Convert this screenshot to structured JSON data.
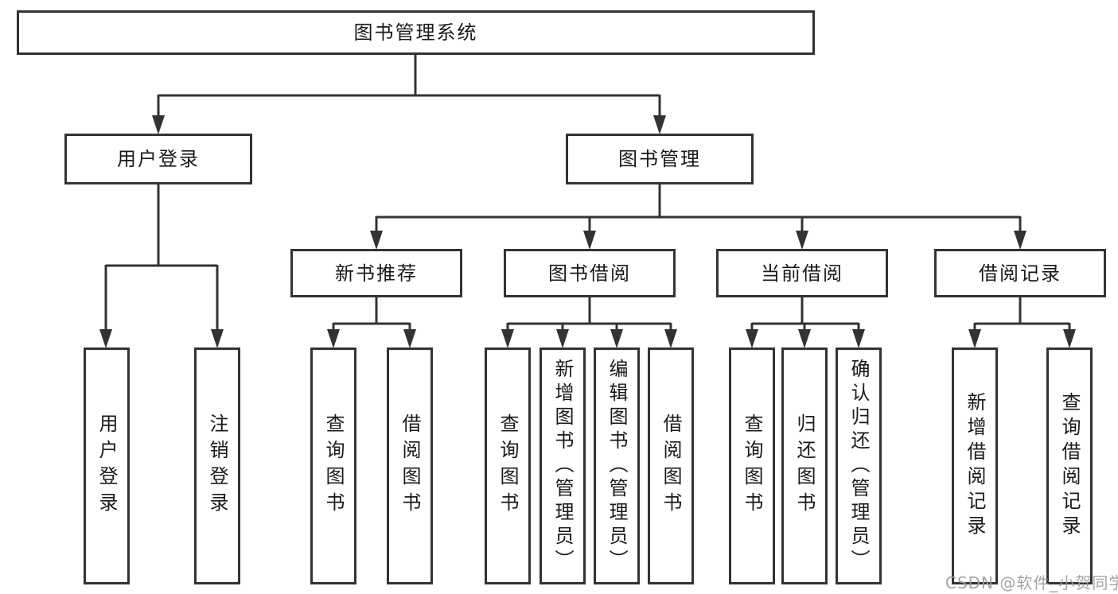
{
  "diagram": {
    "root": {
      "label": "图书管理系统"
    },
    "branches": {
      "user_login": {
        "label": "用户登录",
        "children": [
          {
            "label": "用户登录"
          },
          {
            "label": "注销登录"
          }
        ]
      },
      "book_management": {
        "label": "图书管理",
        "children": [
          {
            "label": "新书推荐",
            "children": [
              {
                "label": "查询图书"
              },
              {
                "label": "借阅图书"
              }
            ]
          },
          {
            "label": "图书借阅",
            "children": [
              {
                "label": "查询图书"
              },
              {
                "label": "新增图书（管理员）"
              },
              {
                "label": "编辑图书（管理员）"
              },
              {
                "label": "借阅图书"
              }
            ]
          },
          {
            "label": "当前借阅",
            "children": [
              {
                "label": "查询图书"
              },
              {
                "label": "归还图书"
              },
              {
                "label": "确认归还（管理员）"
              }
            ]
          },
          {
            "label": "借阅记录",
            "children": [
              {
                "label": "新增借阅记录"
              },
              {
                "label": "查询借阅记录"
              }
            ]
          }
        ]
      }
    }
  },
  "watermark": {
    "text": "CSDN @软件_小贺同学"
  },
  "colors": {
    "line": "#333333",
    "box_border": "#333333",
    "text": "#1a1a1a",
    "watermark": "#9b9b9b",
    "background": "#ffffff"
  }
}
